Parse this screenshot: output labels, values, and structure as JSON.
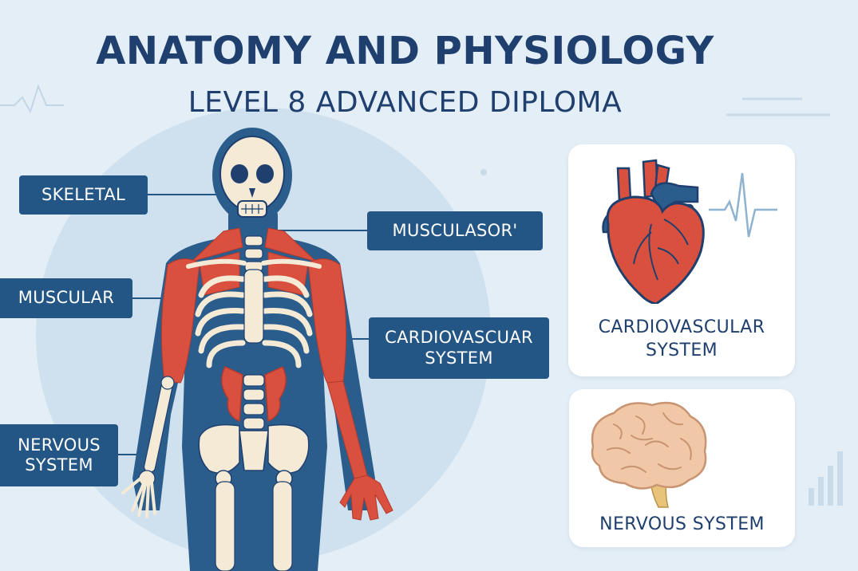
{
  "header": {
    "title": "ANATOMY AND PHYSIOLOGY",
    "subtitle": "LEVEL 8 ADVANCED DIPLOMA"
  },
  "labels": {
    "skeletal": "SKELETAL",
    "musculasor": "MUSCULASOR'",
    "muscular": "MUSCULAR",
    "cardio_line1": "CARDIOVASCUAR",
    "cardio_line2": "SYSTEM",
    "nervous_line1": "NERVOUS",
    "nervous_line2": "SYSTEM"
  },
  "cards": {
    "heart": {
      "line1": "CARDIOVASCULAR",
      "line2": "SYSTEM",
      "icon": "heart-icon"
    },
    "brain": {
      "line1": "NERVOUS SYSTEM",
      "icon": "brain-icon"
    }
  },
  "colors": {
    "navy": "#1f3f6e",
    "tag_blue": "#235684",
    "muscle_red": "#d9503f",
    "bone": "#f4ead6",
    "background": "#e4eef6"
  }
}
